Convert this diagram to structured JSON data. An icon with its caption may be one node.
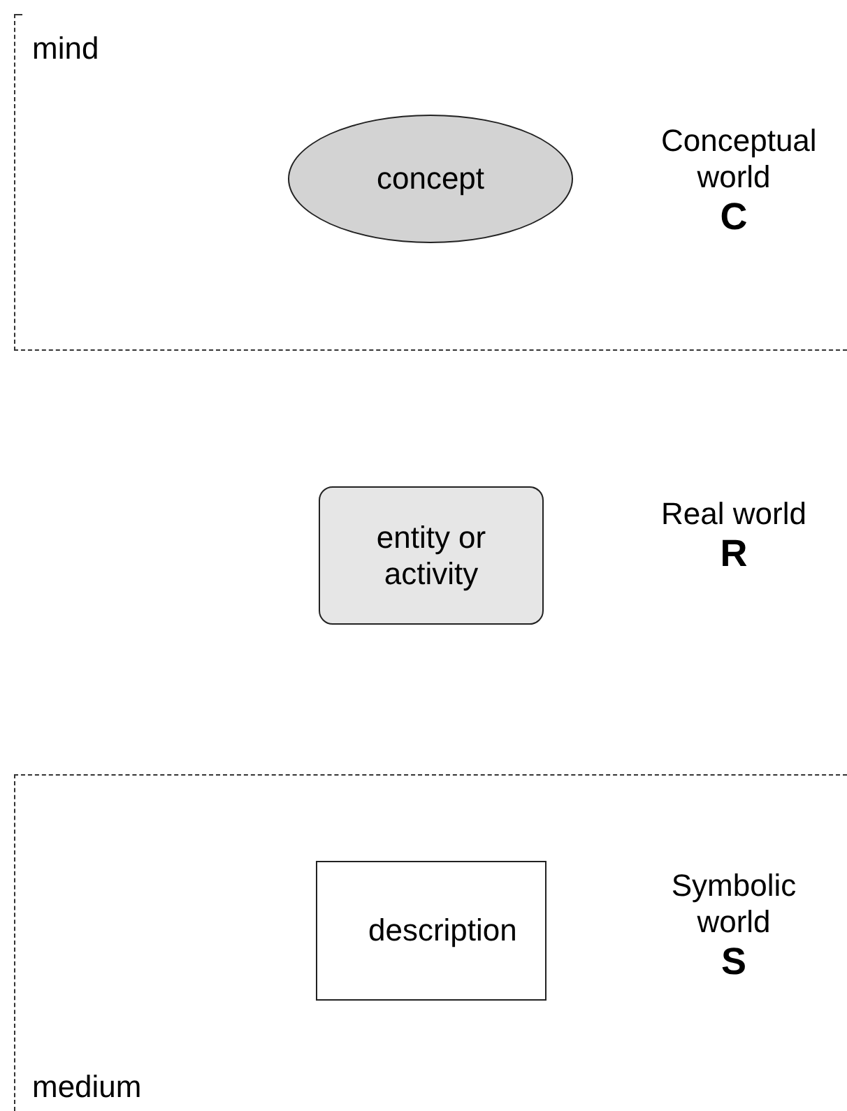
{
  "diagram": {
    "nodes": [
      {
        "text": [
          "mind"
        ]
      },
      {
        "text": [
          "concept"
        ],
        "in": 0
      },
      {
        "text": [
          "entity or activity"
        ]
      },
      {
        "text": [
          "medium"
        ]
      },
      {
        "text": [
          "description"
        ],
        "in": 3
      }
    ],
    "labels": [
      "Conceptual world",
      "C",
      "Real world",
      "R",
      "Symbolic world",
      "S"
    ]
  }
}
